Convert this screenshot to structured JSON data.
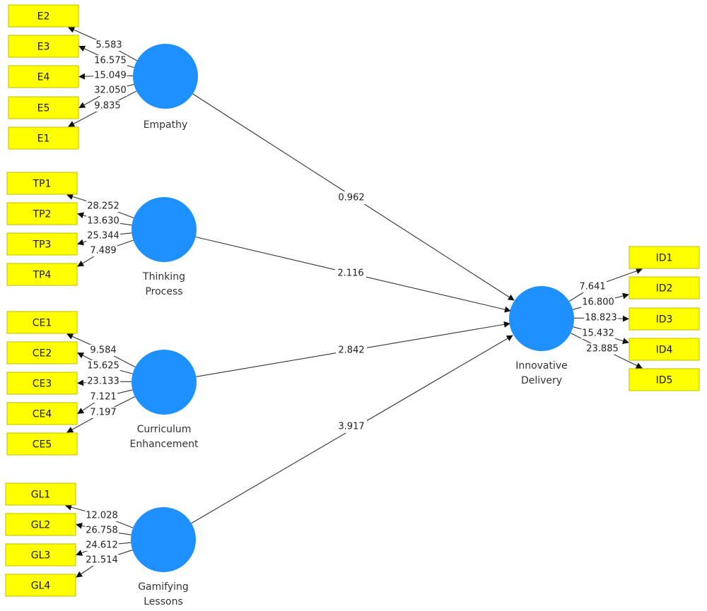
{
  "diagram": {
    "title": "Structural equation model (bootstrapping t-values)",
    "colors": {
      "indicator_fill": "#ffff00",
      "indicator_border": "#bfbf00",
      "construct_fill": "#1e90ff",
      "edge": "#333333",
      "background": "#ffffff"
    },
    "constructs": [
      {
        "id": "empathy",
        "label_lines": [
          "Empathy"
        ],
        "indicators": [
          {
            "name": "E2",
            "loading": "5.583"
          },
          {
            "name": "E3",
            "loading": "16.575"
          },
          {
            "name": "E4",
            "loading": "15.049"
          },
          {
            "name": "E5",
            "loading": "32.050"
          },
          {
            "name": "E1",
            "loading": "9.835"
          }
        ]
      },
      {
        "id": "thinking-process",
        "label_lines": [
          "Thinking",
          "Process"
        ],
        "indicators": [
          {
            "name": "TP1",
            "loading": "28.252"
          },
          {
            "name": "TP2",
            "loading": "13.630"
          },
          {
            "name": "TP3",
            "loading": "25.344"
          },
          {
            "name": "TP4",
            "loading": "7.489"
          }
        ]
      },
      {
        "id": "curriculum-enhancement",
        "label_lines": [
          "Curriculum",
          "Enhancement"
        ],
        "indicators": [
          {
            "name": "CE1",
            "loading": "9.584"
          },
          {
            "name": "CE2",
            "loading": "15.625"
          },
          {
            "name": "CE3",
            "loading": "23.133"
          },
          {
            "name": "CE4",
            "loading": "7.121"
          },
          {
            "name": "CE5",
            "loading": "7.197"
          }
        ]
      },
      {
        "id": "gamifying-lessons",
        "label_lines": [
          "Gamifying",
          "Lessons"
        ],
        "indicators": [
          {
            "name": "GL1",
            "loading": "12.028"
          },
          {
            "name": "GL2",
            "loading": "26.758"
          },
          {
            "name": "GL3",
            "loading": "24.612"
          },
          {
            "name": "GL4",
            "loading": "21.514"
          }
        ]
      },
      {
        "id": "innovative-delivery",
        "label_lines": [
          "Innovative",
          "Delivery"
        ],
        "indicators": [
          {
            "name": "ID1",
            "loading": "7.641"
          },
          {
            "name": "ID2",
            "loading": "16.800"
          },
          {
            "name": "ID3",
            "loading": "18.823"
          },
          {
            "name": "ID4",
            "loading": "15.432"
          },
          {
            "name": "ID5",
            "loading": "23.885"
          }
        ]
      }
    ],
    "paths": [
      {
        "from": "empathy",
        "to": "innovative-delivery",
        "value": "0.962"
      },
      {
        "from": "thinking-process",
        "to": "innovative-delivery",
        "value": "2.116"
      },
      {
        "from": "curriculum-enhancement",
        "to": "innovative-delivery",
        "value": "2.842"
      },
      {
        "from": "gamifying-lessons",
        "to": "innovative-delivery",
        "value": "3.917"
      }
    ]
  }
}
